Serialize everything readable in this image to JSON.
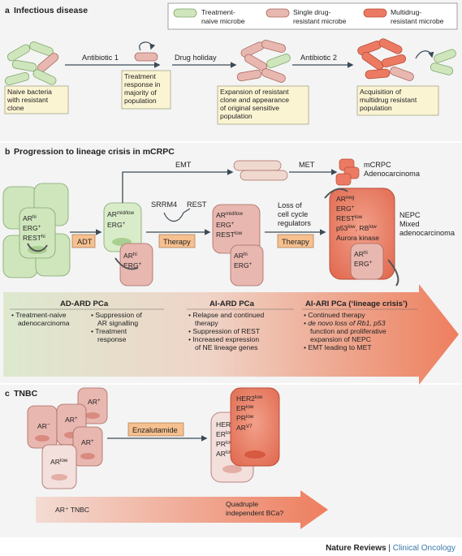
{
  "panel_a": {
    "letter": "a",
    "title": "Infectious disease",
    "legend": [
      {
        "line1": "Treatment-",
        "line2": "naive microbe"
      },
      {
        "line1": "Single drug-",
        "line2": "resistant microbe"
      },
      {
        "line1": "Multidrug-",
        "line2": "resistant microbe"
      }
    ],
    "arrows": [
      "Antibiotic 1",
      "Drug holiday",
      "Antibiotic 2"
    ],
    "captions": [
      [
        "Naive bacteria",
        "with resistant",
        "clone"
      ],
      [
        "Treatment",
        "response in",
        "majority of",
        "population"
      ],
      [
        "Expansion of resistant",
        "clone and appearance",
        "of original sensitive",
        "population"
      ],
      [
        "Acquisition of",
        "multidrug resistant",
        "population"
      ]
    ]
  },
  "panel_b": {
    "letter": "b",
    "title": "Progression to lineage crisis in mCRPC",
    "emt": "EMT",
    "met": "MET",
    "mcrpc": [
      "mCRPC",
      "Adenocarcinoma"
    ],
    "nepc": [
      "NEPC",
      "Mixed",
      "adenocarcinoma"
    ],
    "adt": "ADT",
    "therapy1": "Therapy",
    "therapy2": "Therapy",
    "srrm4": "SRRM4",
    "rest": "REST",
    "loss": [
      "Loss of",
      "cell cycle",
      "regulators"
    ],
    "cell1": {
      "ar": "AR",
      "ar_sup": "hi",
      "erg": "ERG",
      "erg_sup": "+",
      "rest": "REST",
      "rest_sup": "hi"
    },
    "cell2": {
      "ar": "AR",
      "ar_sup": "mid/low",
      "erg": "ERG",
      "erg_sup": "+"
    },
    "cell2b": {
      "ar": "AR",
      "ar_sup": "hi",
      "erg": "ERG",
      "erg_sup": "+"
    },
    "cell3": {
      "ar": "AR",
      "ar_sup": "mid/low",
      "erg": "ERG",
      "erg_sup": "+",
      "rest": "REST",
      "rest_sup": "low"
    },
    "cell3b": {
      "ar": "AR",
      "ar_sup": "hi",
      "erg": "ERG",
      "erg_sup": "+"
    },
    "cell4": {
      "ar": "AR",
      "ar_sup": "neg",
      "erg": "ERG",
      "erg_sup": "+",
      "rest": "REST",
      "rest_sup": "low",
      "p53": "p53",
      "p53_sup": "low",
      "rb": "RB",
      "rb_sup": "low",
      "aurora": "Aurora kinase"
    },
    "cell4b": {
      "ar": "AR",
      "ar_sup": "hi",
      "erg": "ERG",
      "erg_sup": "+"
    },
    "phases": [
      {
        "title": "AD-ARD PCa",
        "bullets": [
          [
            "Treatment-naive",
            "adenocarcinoma"
          ],
          [
            "Suppression of",
            "AR signalling"
          ],
          [
            "Treatment",
            "response"
          ]
        ]
      },
      {
        "title": "AI-ARD PCa",
        "bullets": [
          [
            "Relapse and continued",
            "therapy"
          ],
          [
            "Suppression of REST"
          ],
          [
            "Increased expression",
            "of NE lineage genes"
          ]
        ]
      },
      {
        "title": "AI-ARI PCa (‘lineage crisis’)",
        "bullets": [
          [
            "Continued therapy"
          ],
          [
            "de novo loss of Rb1, p53",
            "function and proliferative",
            "expansion of NEPC"
          ],
          [
            "EMT leading to MET"
          ]
        ]
      }
    ]
  },
  "panel_c": {
    "letter": "c",
    "title": "TNBC",
    "drug": "Enzalutamide",
    "small_cells": [
      {
        "ar": "AR",
        "sup": "+"
      },
      {
        "ar": "AR",
        "sup": "−"
      },
      {
        "ar": "AR",
        "sup": "+"
      },
      {
        "ar": "AR",
        "sup": "+"
      },
      {
        "ar": "AR",
        "sup": "low"
      }
    ],
    "cell_light": [
      [
        "HER2",
        "low"
      ],
      [
        "ER",
        "low"
      ],
      [
        "PR",
        "low"
      ],
      [
        "AR",
        "low"
      ]
    ],
    "cell_dark": [
      [
        "HER2",
        "low"
      ],
      [
        "ER",
        "low"
      ],
      [
        "PR",
        "low"
      ],
      [
        "AR",
        "V7"
      ]
    ],
    "bar_left": "AR⁺ TNBC",
    "bar_right": [
      "Quadruple",
      "independent BCa?"
    ]
  },
  "footer": {
    "journal": "Nature Reviews",
    "sep": " | ",
    "section": "Clinical Oncology"
  },
  "colors": {
    "green": "#cfe6bd",
    "rose": "#e8b7b0",
    "red": "#ec7a63",
    "callout": "#fbf4d3",
    "therapy": "#f6c08f"
  }
}
